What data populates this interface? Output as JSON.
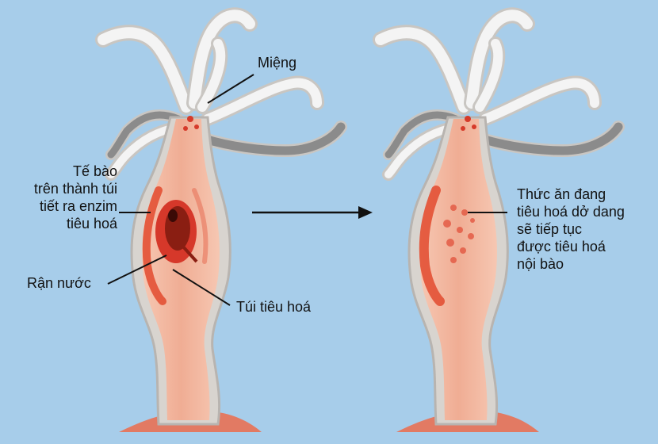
{
  "colors": {
    "background": "#a7cdea",
    "body_fill": "#f2b39a",
    "body_outline": "#c9c6c2",
    "tentacle": "#f4f4f4",
    "tentacle_gray": "#8b8b8b",
    "cavity_red": "#e24a2e",
    "prey_dark": "#8a1e12",
    "foot": "#e27a63"
  },
  "labels": {
    "mouth": "Miệng",
    "cells_lines": [
      "Tế bào",
      "trên thành túi",
      "tiết ra enzim",
      "tiêu hoá"
    ],
    "prey": "Rận nước",
    "sac": "Túi tiêu hoá",
    "digesting_lines": [
      "Thức ăn đang",
      "tiêu hoá dở dang",
      "sẽ tiếp tục",
      "được tiêu hoá",
      "nội bào"
    ]
  }
}
